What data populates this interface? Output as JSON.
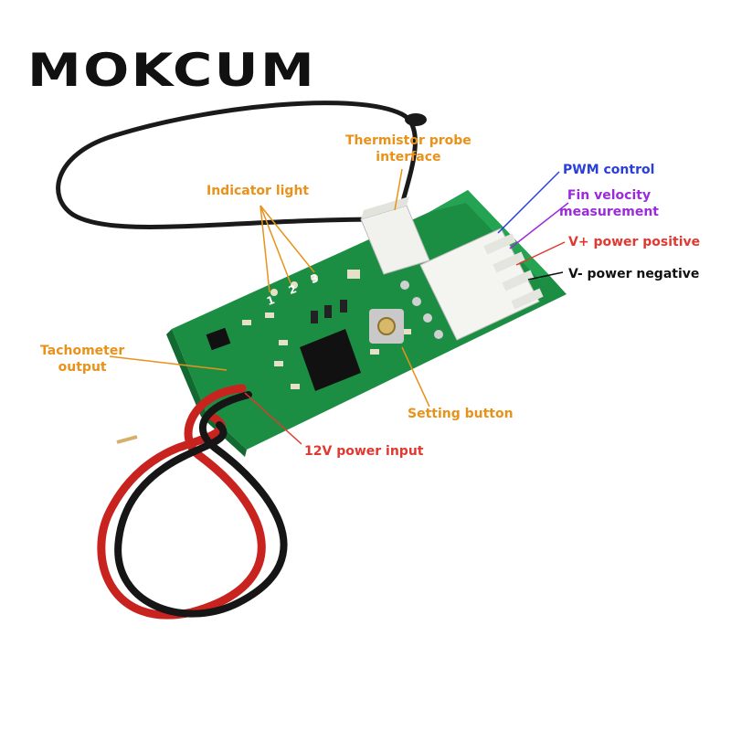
{
  "brand": "MOKCUM",
  "labels": {
    "thermistor_line1": "Thermistor probe",
    "thermistor_line2": "interface",
    "indicator": "Indicator light",
    "indicator_nums": [
      "1",
      "2",
      "3"
    ],
    "pwm": "PWM control",
    "fin_line1": "Fin velocity",
    "fin_line2": "measurement",
    "vplus": "V+ power positive",
    "vminus": "V- power negative",
    "tach_line1": "Tachometer",
    "tach_line2": "output",
    "setting": "Setting button",
    "power_input": "12V power input"
  },
  "colors": {
    "orange": "#e8921a",
    "blue": "#2a3fd6",
    "purple": "#9b2bd8",
    "red": "#e2382f",
    "black": "#111111",
    "pcb": "#1f9a4a",
    "wire_red": "#c9231f",
    "wire_black": "#161616"
  }
}
